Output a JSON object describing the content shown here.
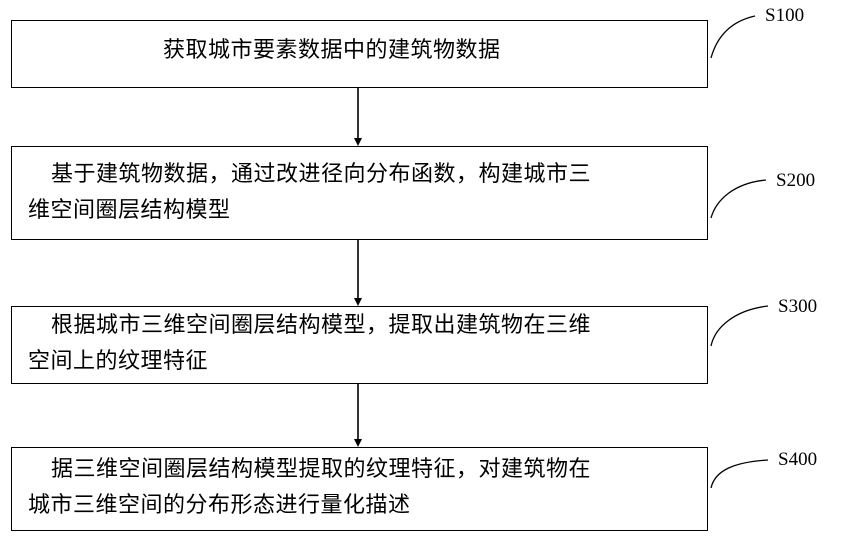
{
  "steps": [
    {
      "id": "S100",
      "lines": [
        "获取城市要素数据中的建筑物数据"
      ]
    },
    {
      "id": "S200",
      "lines": [
        "基于建筑物数据，通过改进径向分布函数，构建城市三",
        "维空间圈层结构模型"
      ]
    },
    {
      "id": "S300",
      "lines": [
        "根据城市三维空间圈层结构模型，提取出建筑物在三维",
        "空间上的纹理特征"
      ]
    },
    {
      "id": "S400",
      "lines": [
        "据三维空间圈层结构模型提取的纹理特征，对建筑物在",
        "城市三维空间的分布形态进行量化描述"
      ]
    }
  ]
}
